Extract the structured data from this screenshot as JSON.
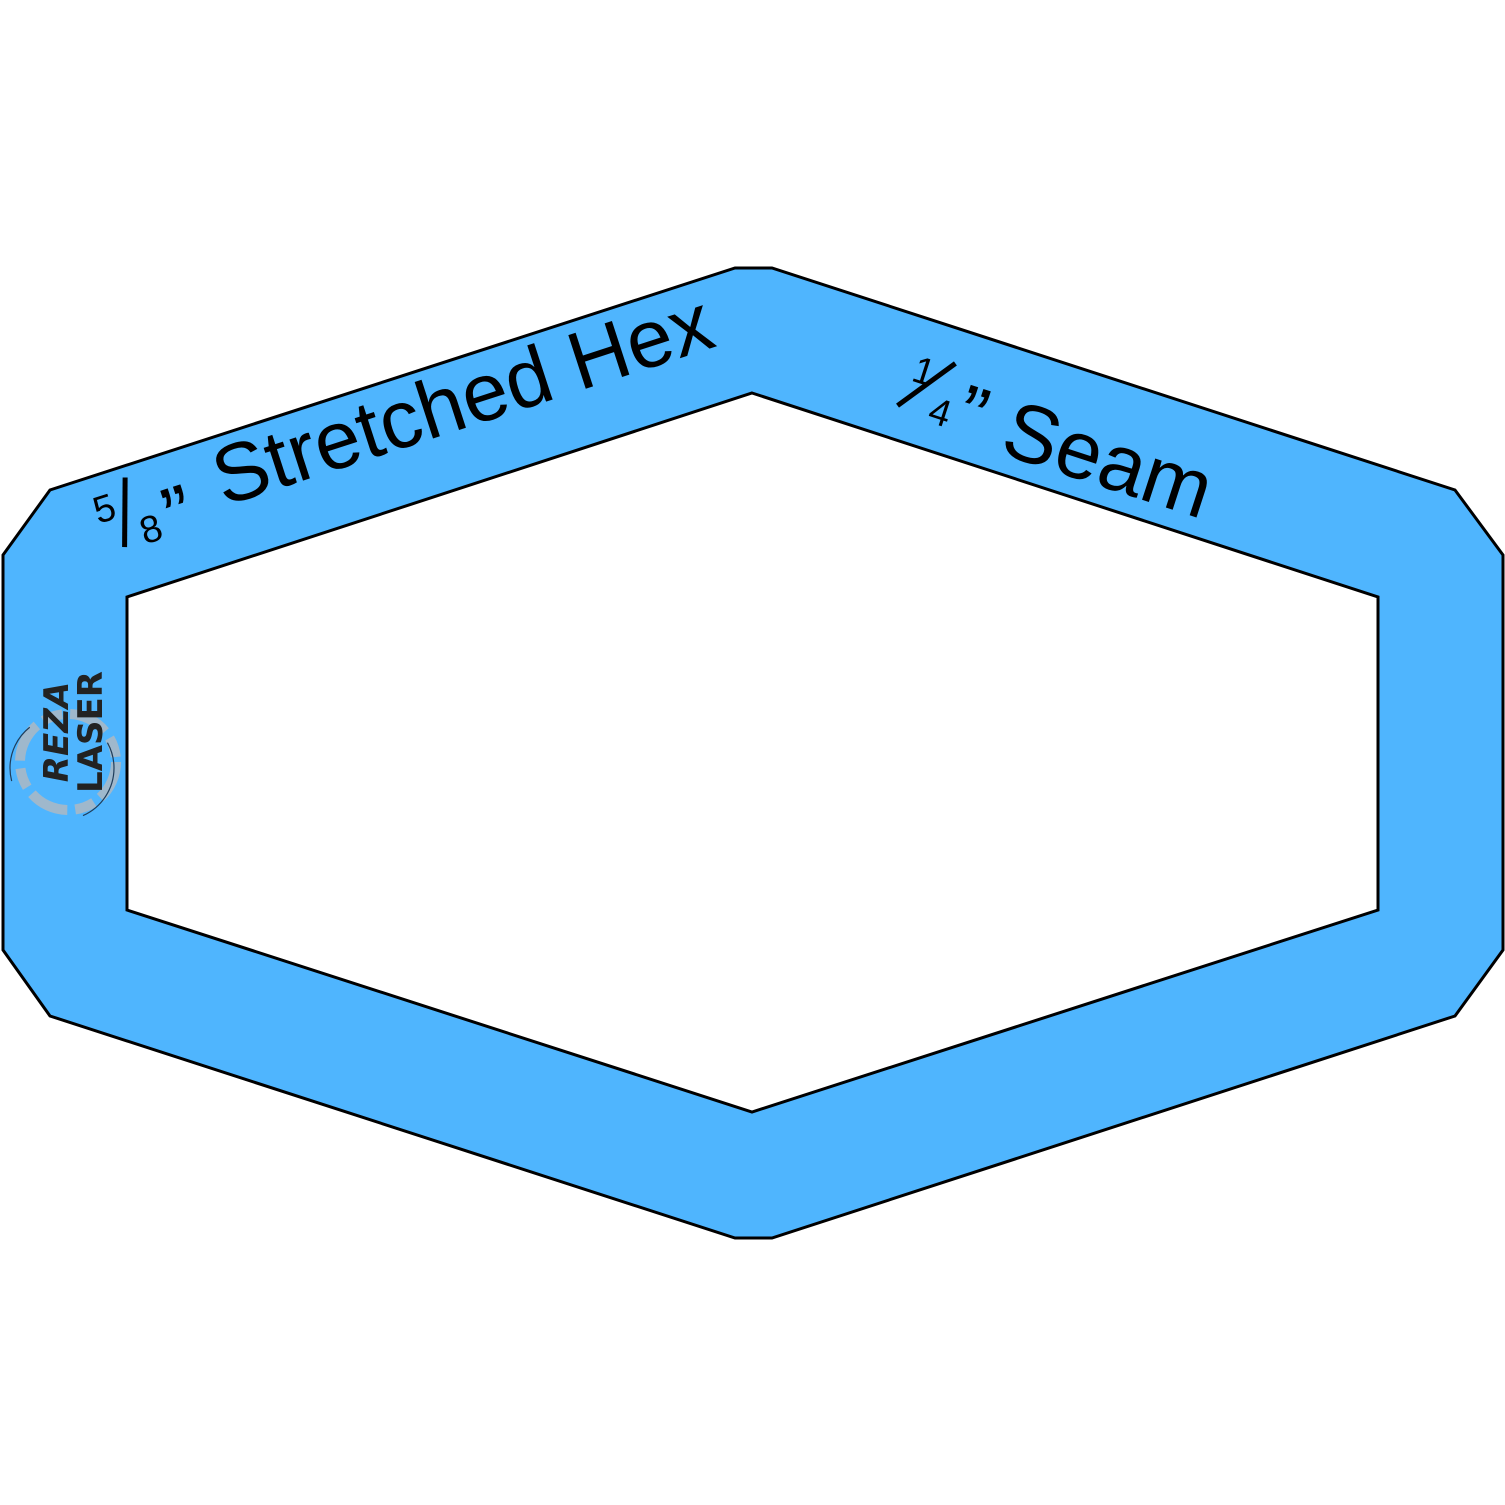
{
  "template": {
    "colors": {
      "fill": "#4fb5fe",
      "outline": "#000000",
      "window": "#ffffff"
    },
    "size_label": {
      "numerator": "5",
      "denominator": "8",
      "inch_mark": "”",
      "text": "Stretched Hex"
    },
    "seam_label": {
      "numerator": "1",
      "denominator": "4",
      "inch_mark": "”",
      "text": "Seam"
    },
    "logo": {
      "line1": "REZA",
      "line2": "LASER"
    }
  }
}
